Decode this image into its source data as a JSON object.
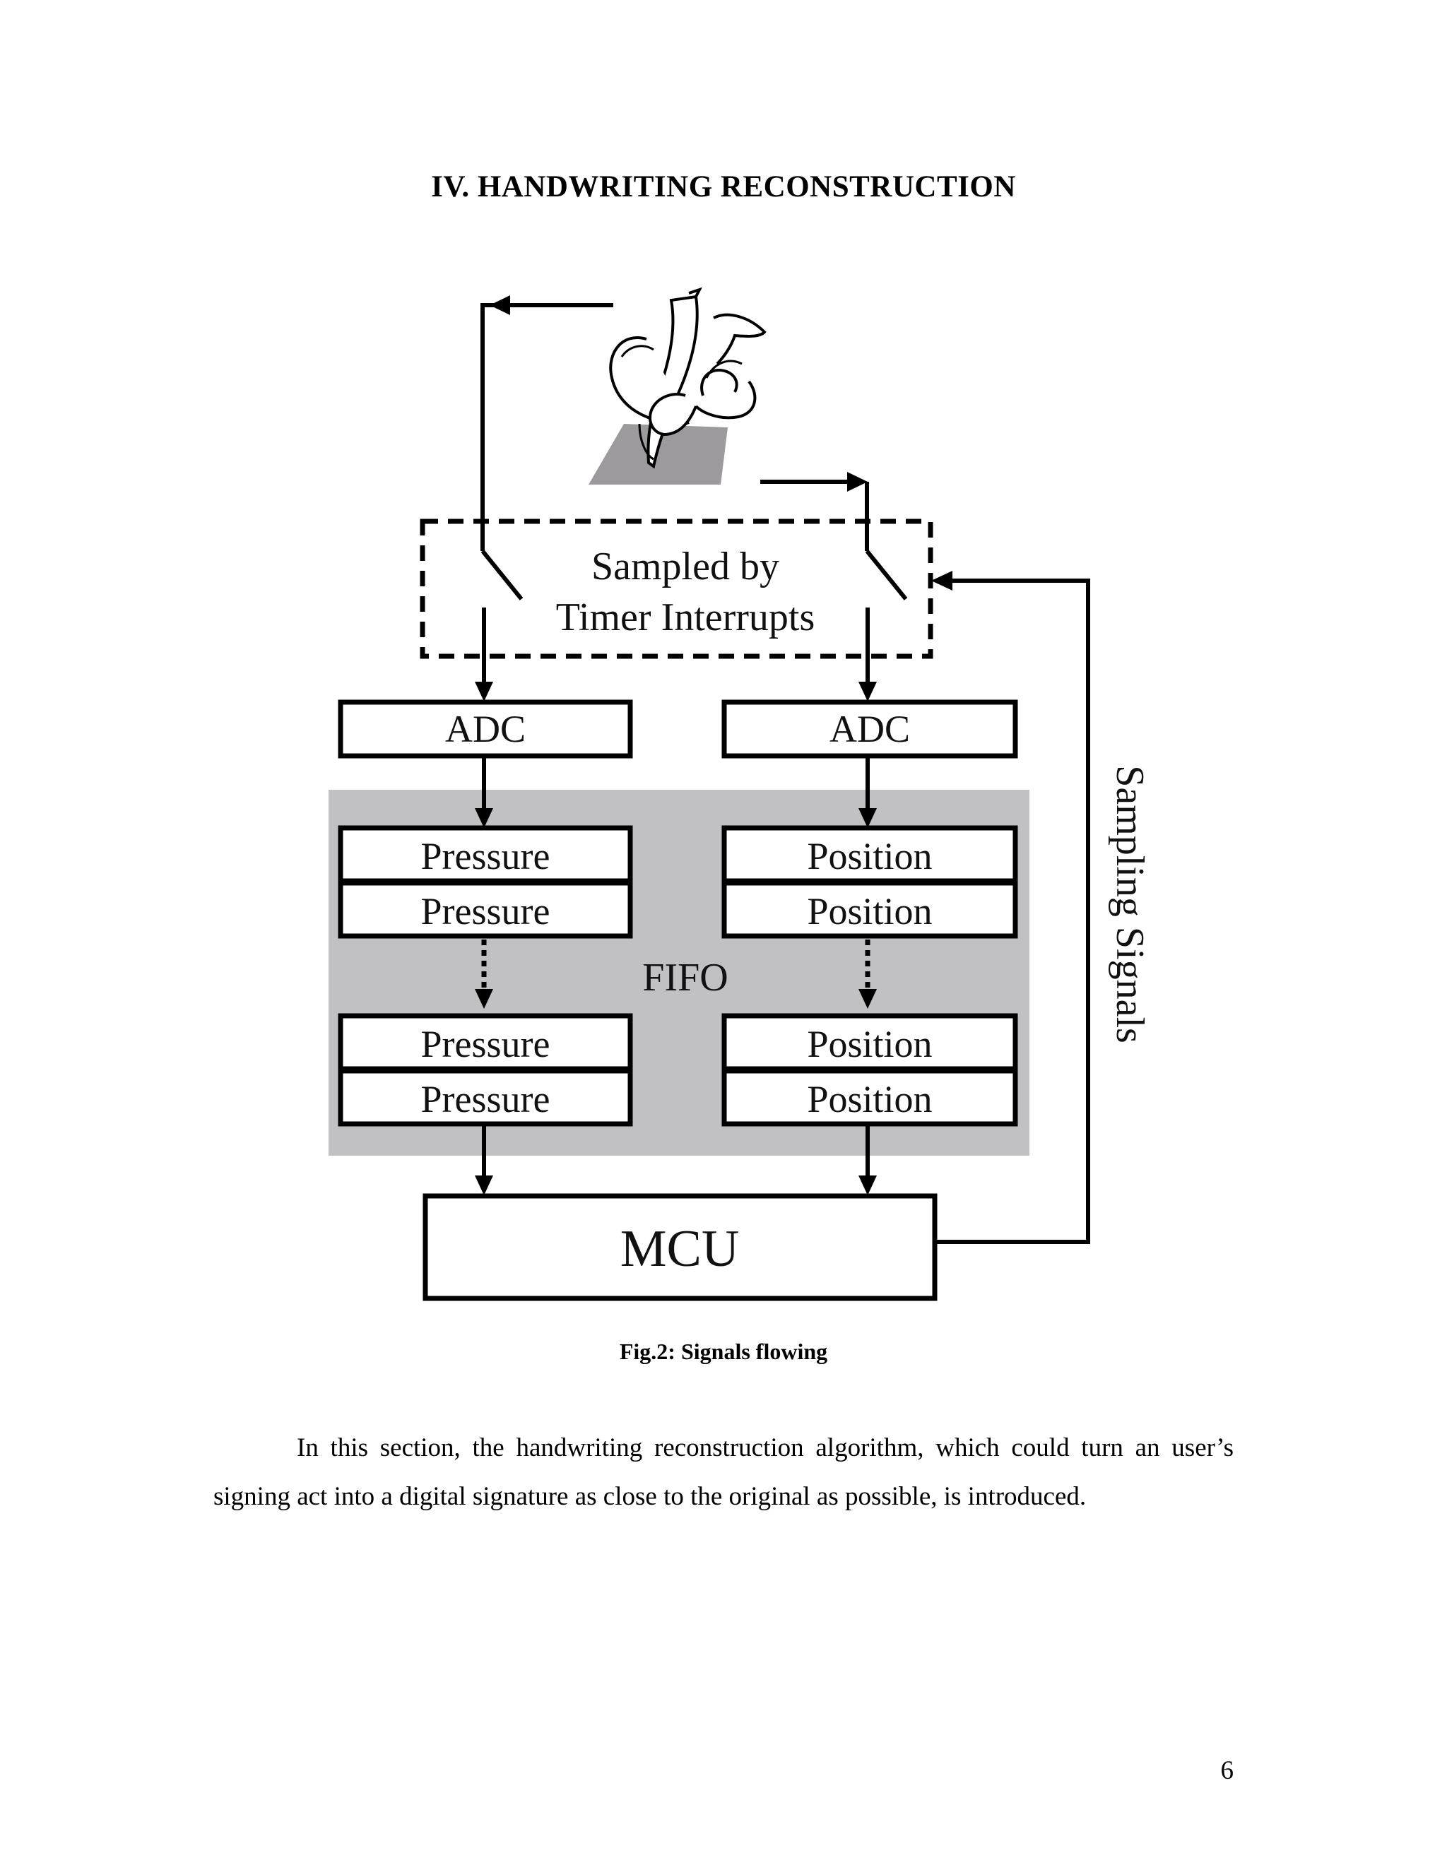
{
  "heading": "IV. HANDWRITING RECONSTRUCTION",
  "figure": {
    "sampler_label_line1": "Sampled by",
    "sampler_label_line2": "Timer Interrupts",
    "adc_left": "ADC",
    "adc_right": "ADC",
    "fifo_label": "FIFO",
    "pressure_cells": [
      "Pressure",
      "Pressure",
      "Pressure",
      "Pressure"
    ],
    "position_cells": [
      "Position",
      "Position",
      "Position",
      "Position"
    ],
    "mcu_label": "MCU",
    "side_label": "Sampling Signals",
    "colors": {
      "fifo_background": "#c1c0c3",
      "pad": "#9c9a9d",
      "stroke": "#000000"
    },
    "icons": [
      "hand-with-pen-icon"
    ]
  },
  "caption": "Fig.2: Signals flowing",
  "paragraph": "In this section, the handwriting reconstruction algorithm, which could turn an user’s signing act into a digital signature as close to the original as possible, is introduced.",
  "page_number": "6"
}
